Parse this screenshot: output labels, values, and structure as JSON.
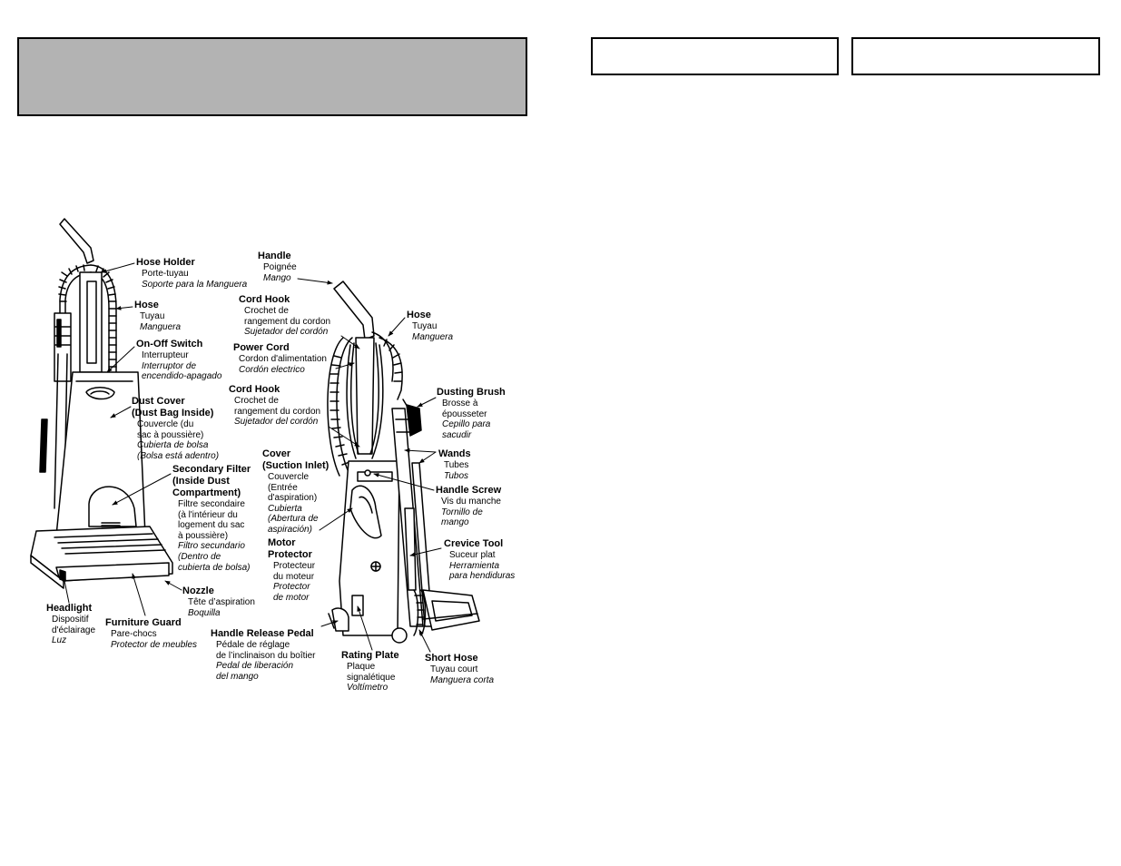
{
  "labels": {
    "hose_holder": {
      "title": "Hose Holder",
      "fr": "Porte-tuyau",
      "es": "Soporte para la Manguera"
    },
    "hose_left": {
      "title": "Hose",
      "fr": "Tuyau",
      "es": "Manguera"
    },
    "on_off_switch": {
      "title": "On-Off Switch",
      "fr": "Interrupteur",
      "es1": "Interruptor de",
      "es2": "encendido-apagado"
    },
    "dust_cover": {
      "title1": "Dust Cover",
      "title2": "(Dust Bag Inside)",
      "fr1": "Couvercle (du",
      "fr2": "sac à poussière)",
      "es1": "Cubierta de bolsa",
      "es2": "(Bolsa está adentro)"
    },
    "secondary_filter": {
      "title1": "Secondary Filter",
      "title2": "(Inside Dust",
      "title3": "Compartment)",
      "fr1": "Filtre secondaire",
      "fr2": "(à l'intérieur du",
      "fr3": "logement du sac",
      "fr4": "à poussière)",
      "es1": "Filtro secundario",
      "es2": "(Dentro de",
      "es3": "cubierta de bolsa)"
    },
    "headlight": {
      "title": "Headlight",
      "fr1": "Dispositif",
      "fr2": "d'éclairage",
      "es": "Luz"
    },
    "furniture_guard": {
      "title": "Furniture Guard",
      "fr": "Pare-chocs",
      "es": "Protector de meubles"
    },
    "nozzle": {
      "title": "Nozzle",
      "fr": "Tête d’aspiration",
      "es": "Boquilla"
    },
    "handle": {
      "title": "Handle",
      "fr": "Poignée",
      "es": "Mango"
    },
    "cord_hook_1": {
      "title": "Cord Hook",
      "fr1": "Crochet de",
      "fr2": "rangement du cordon",
      "es": "Sujetador del cordón"
    },
    "power_cord": {
      "title": "Power Cord",
      "fr": "Cordon d'alimentation",
      "es": "Cordón electrico"
    },
    "cord_hook_2": {
      "title": "Cord Hook",
      "fr1": "Crochet de",
      "fr2": "rangement du cordon",
      "es": "Sujetador del cordón"
    },
    "cover": {
      "title1": "Cover",
      "title2": "(Suction Inlet)",
      "fr1": "Couvercle",
      "fr2": "(Entrée",
      "fr3": "d'aspiration)",
      "es1": "Cubierta",
      "es2": "(Abertura de",
      "es3": "aspiración)"
    },
    "motor_protector": {
      "title1": "Motor",
      "title2": "Protector",
      "fr1": "Protecteur",
      "fr2": "du moteur",
      "es1": "Protector",
      "es2": "de motor"
    },
    "handle_release_pedal": {
      "title": "Handle Release Pedal",
      "fr1": "Pédale de réglage",
      "fr2": "de l’inclinaison du boîtier",
      "es1": "Pedal de liberación",
      "es2": "del mango"
    },
    "rating_plate": {
      "title": "Rating Plate",
      "fr1": "Plaque",
      "fr2": "signalétique",
      "es": "Voltímetro"
    },
    "hose_right": {
      "title": "Hose",
      "fr": "Tuyau",
      "es": "Manguera"
    },
    "dusting_brush": {
      "title": "Dusting Brush",
      "fr1": "Brosse à",
      "fr2": "épousseter",
      "es1": "Cepillo para",
      "es2": "sacudir"
    },
    "wands": {
      "title": "Wands",
      "fr": "Tubes",
      "es": "Tubos"
    },
    "handle_screw": {
      "title": "Handle Screw",
      "fr": "Vis du manche",
      "es1": "Tornillo de",
      "es2": "mango"
    },
    "crevice_tool": {
      "title": "Crevice Tool",
      "fr": "Suceur plat",
      "es1": "Herramienta",
      "es2": "para hendiduras"
    },
    "short_hose": {
      "title": "Short Hose",
      "fr": "Tuyau court",
      "es": "Manguera corta"
    }
  }
}
